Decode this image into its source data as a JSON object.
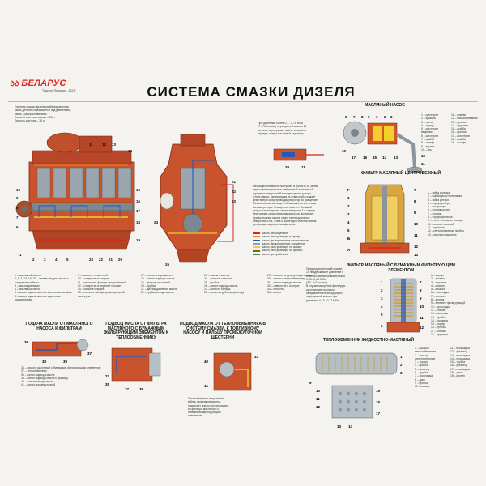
{
  "brand": {
    "logo_text": "БЕЛАРУС",
    "logo_mark": "ꝺꝺ",
    "subtitle": "Трактор \"Беларус - 1221\""
  },
  "title": "СИСТЕМА СМАЗКИ ДИЗЕЛЯ",
  "intro_lines": [
    "Система смазки дизеля комбинированная:",
    "часть деталей смазывается под давлением,",
    "часть - разбрызгиванием.",
    "Емкость системы смазки – 22 л",
    "Емкость картера – 18 л"
  ],
  "callout_pressure_lines": [
    "При давлении более 0,7...0,75 МПа",
    "(7...7,5 кгс/см²) перепускной клапан 11",
    "вентиля перепускает масло в полость",
    "картера, минуя масляный радиатор."
  ],
  "callout_centrifuge_lines": [
    "Неочищенное масло поступает в полость А. Затем",
    "через тангенциальные отверстия Б в нижнем 5",
    "торцевые отверстия В вращающегося ротора. ",
    "Струя масла, вытекающая из отверстий, создает",
    "реактивную силу, приводящую ротор во вращение.",
    "Механические частицы отбрасываются к стенкам",
    "колпака ротора. Очищенное масло с большой",
    "скоростью поступает через отверстие Г в картер.",
    "Реактивная сила, приводящая ротор, возникает",
    "при вытекании масла через тангенциальные",
    "отверстия 3 и 4. Слив 5 может для очистки масла",
    "ротора при загрязнении фильтра."
  ],
  "legend": [
    {
      "label": "масло неочищенное",
      "color": "#d8231f"
    },
    {
      "label": "масло, поступающее в картер",
      "color": "#e88a1a"
    },
    {
      "label": "масло фильтрованное неочищенное",
      "color": "#2b57b5"
    },
    {
      "label": "масло фильтрованное очищенное",
      "color": "#6fa7e0"
    },
    {
      "label": "масло, поступающее на смазку",
      "color": "#f2cf2a"
    },
    {
      "label": "масло, поступающее на фильтр",
      "color": "#8b5a2b"
    },
    {
      "label": "масло центробежное",
      "color": "#3d8f3a"
    }
  ],
  "section_titles": {
    "oil_pump": "МАСЛЯНЫЙ НАСОС",
    "centrifuge": "ФИЛЬТР МАСЛЯНЫЙ ЦЕНТРОБЕЖНЫЙ",
    "paper_filter": "ФИЛЬТР МАСЛЯНЫЙ С БУМАЖНЫМ ФИЛЬТРУЮЩИМ ЭЛЕМЕНТОМ",
    "supply_pump": "ПОДАЧА МАСЛА ОТ МАСЛЯНОГО НАСОСА К ФИЛЬТРАМ",
    "supply_filter": "ПОДВОД МАСЛА ОТ ФИЛЬТРА МАСЛЯНОГО С БУМАЖНЫМ ФИЛЬТРУЮЩИМ ЭЛЕМЕНТОМ К ТЕПЛООБМЕННИКУ",
    "supply_exchanger": "ПОДВОД МАСЛА ОТ ТЕПЛООБМЕННИКА В СИСТЕМУ СМАЗКИ, К ТОПЛИВНОМУ НАСОСУ И ПАЛЬЦУ ПРОМЕЖУТОЧНОЙ ШЕСТЕРНИ",
    "heat_exchanger": "ТЕПЛООБМЕННИК ЖИДКОСТНО-МАСЛЯНЫЙ"
  },
  "pump_parts": [
    "1 – шестерня",
    "2 – крышка",
    "3 – палец",
    "4 – корпус",
    "5 – шестерня ведомая",
    "6 – шестерня",
    "7 – шайба",
    "8 – штифт",
    "9 – втулка",
    "10 – ось",
    "11 – клапан",
    "12 – маслоприемник",
    "13 – пробка",
    "14 – пружина",
    "15 – шайба",
    "16 – пробка",
    "17 – шестерня",
    "18 – шайба",
    "19 – штифт"
  ],
  "centrifuge_parts": [
    "1 – гайка колпака",
    "2 – шайба уплотнительная",
    "3 – гайка ротора",
    "4 – корпус ротора",
    "5 – ось ротора",
    "6 – колпак ротора",
    "7 – колпак",
    "8 – корпус фильтра",
    "9 – уплотнительное кольцо",
    "10 – клапан сливной",
    "11 – пружина",
    "12 – регулировочная пробка",
    "13 – маслоотражатель"
  ],
  "paper_filter_parts": [
    "1 – корпус",
    "2 – фланец",
    "3 – пружина",
    "4 – клапан",
    "5 – крышка",
    "6 – прокладка",
    "7 – элемент",
    "8 – колпак",
    "9 – элемент фильтрующий",
    "10 – прокладка",
    "11 – клапан",
    "12 – шпилька",
    "13 – пробка",
    "14 – пружина",
    "15 – корпус",
    "16 – пробка",
    "17 – клапан",
    "18 – пружина"
  ],
  "paper_filter_note_lines": [
    "Предохранительный клапан",
    "14 поддерживает давление в",
    "главной масляной магистрали",
    "0,35...0,45 МПа",
    "(3,5...4,5 кгс/см²)",
    "В случае засорения фильтрую-",
    "щего элемента, масло",
    "направляется в обход через",
    "перепускной клапан при",
    "давлении 0,15...0,17 МПа"
  ],
  "exchanger_parts": [
    "1 – крышка теплообменника",
    "2 – кольцо уплотнительное",
    "3 – корпус",
    "4 – пробка",
    "5 – фланец",
    "6 – трубка",
    "7 – прокладка",
    "8 – диск",
    "9 – пробка",
    "10 – кольцо",
    "11 – прокладка",
    "12 – фланец",
    "13 – прокладка",
    "14 – прокладка",
    "15 – трубка",
    "16 – фланец",
    "17 – прокладка",
    "18 – диск",
    "19 – корпус"
  ],
  "engine_parts_col1": [
    "1 – масляный картер",
    "2, 5, 7, 13, 16, 22 – каналы подачи масла к шатунным шейкам",
    "3 – маслоприемник",
    "4 – масляный насос",
    "6 – канал подачи масла к шатунным шейкам",
    "8 – канал подачи масла к коренным подшипникам"
  ],
  "engine_parts_col2": [
    "9 – полость толкателей",
    "10 – отверстие в шатуне",
    "11 – масляный фильтр центробежный",
    "12 – отверстие в верхней головке",
    "14 – канал в стержне",
    "15 – полость пальца промежуточной шестерни"
  ],
  "engine_parts_col3": [
    "17 – полость коромысел",
    "18 – канал подвода масла",
    "19 – фильтр масляный",
    "20 – трубка",
    "21 – датчик давления масла",
    "22 – трубка отвода масла"
  ],
  "engine_parts_col4": [
    "23 – масла в картер",
    "24 – полость клапана",
    "25 – пробка",
    "26 – канал подвода масла",
    "27 – полость пальца",
    "28 – канал к турбокомпрессору"
  ],
  "engine_parts_col5": [
    "29 – отверстие для прохода масла",
    "30 – канал к теплообменнику",
    "31 – канал подвода масла",
    "32 – отверстие в корпусе",
    "33 – полость",
    "34 – канал"
  ],
  "supply_pump_parts": [
    "36 – фильтр масляный с бумажным фильтрующим элементом",
    "37 – теплообменник",
    "38 – канал подвода масла",
    "39 – канал подвода масла к фильтру",
    "40 – стакан отвода масла",
    "41 – канал промежуточной"
  ],
  "exchanger_note_lines": [
    "Теплообменник, встроенный",
    "в блок цилиндров дизеля,",
    "позволяет масло поступающее",
    "из фильтра масляного с",
    "бумажным фильтрующим",
    "элементом."
  ]
}
